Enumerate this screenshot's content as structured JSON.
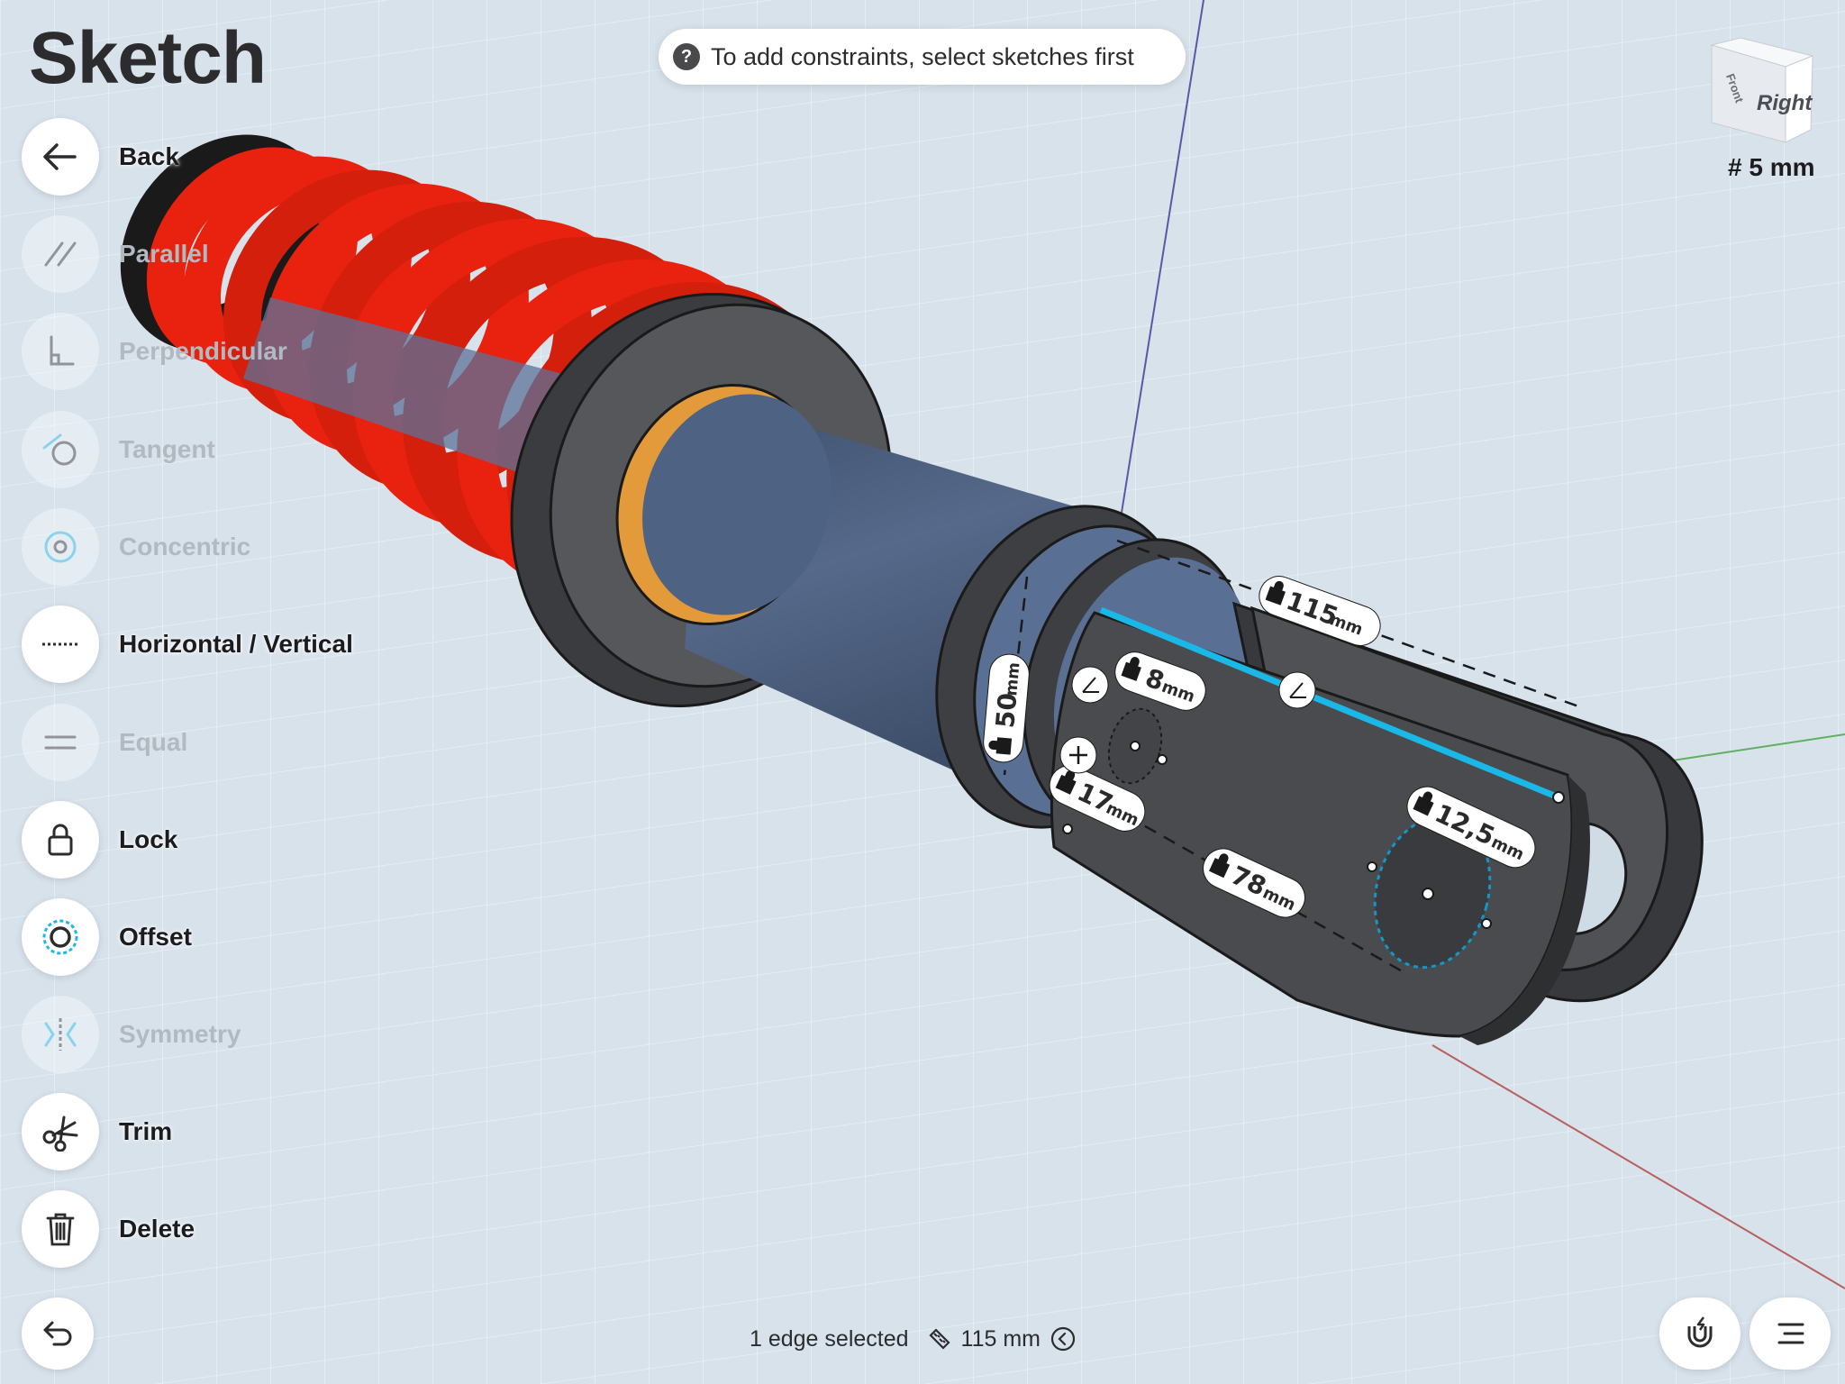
{
  "header": {
    "title": "Sketch",
    "hint": "To add constraints, select sketches first"
  },
  "tools": [
    {
      "id": "back",
      "label": "Back",
      "icon": "arrow-left-icon",
      "enabled": true
    },
    {
      "id": "parallel",
      "label": "Parallel",
      "icon": "parallel-icon",
      "enabled": false
    },
    {
      "id": "perpendicular",
      "label": "Perpendicular",
      "icon": "perpendicular-icon",
      "enabled": false
    },
    {
      "id": "tangent",
      "label": "Tangent",
      "icon": "tangent-icon",
      "enabled": false
    },
    {
      "id": "concentric",
      "label": "Concentric",
      "icon": "concentric-icon",
      "enabled": false
    },
    {
      "id": "horizontal-vertical",
      "label": "Horizontal / Vertical",
      "icon": "horizontal-vertical-icon",
      "enabled": true
    },
    {
      "id": "equal",
      "label": "Equal",
      "icon": "equal-icon",
      "enabled": false
    },
    {
      "id": "lock",
      "label": "Lock",
      "icon": "lock-icon",
      "enabled": true
    },
    {
      "id": "offset",
      "label": "Offset",
      "icon": "offset-icon",
      "enabled": true
    },
    {
      "id": "symmetry",
      "label": "Symmetry",
      "icon": "symmetry-icon",
      "enabled": false
    },
    {
      "id": "trim",
      "label": "Trim",
      "icon": "scissors-icon",
      "enabled": true
    },
    {
      "id": "delete",
      "label": "Delete",
      "icon": "trash-icon",
      "enabled": true
    }
  ],
  "view_cube": {
    "front": "Front",
    "right": "Right"
  },
  "grid": {
    "label": "# 5 mm"
  },
  "dimensions": {
    "length": "115",
    "width": "50",
    "hole_small": "8",
    "offset": "17",
    "spacing": "78",
    "hole_large": "12,5",
    "unit": "mm"
  },
  "status": {
    "selection": "1 edge selected",
    "measurement": "115 mm"
  },
  "colors": {
    "spring": "#e8220f",
    "body": "#4a5f80",
    "bracket": "#4a4b4e",
    "selection": "#1ab8e6",
    "bushing": "#e39a3b",
    "background": "#d8e2eb"
  }
}
